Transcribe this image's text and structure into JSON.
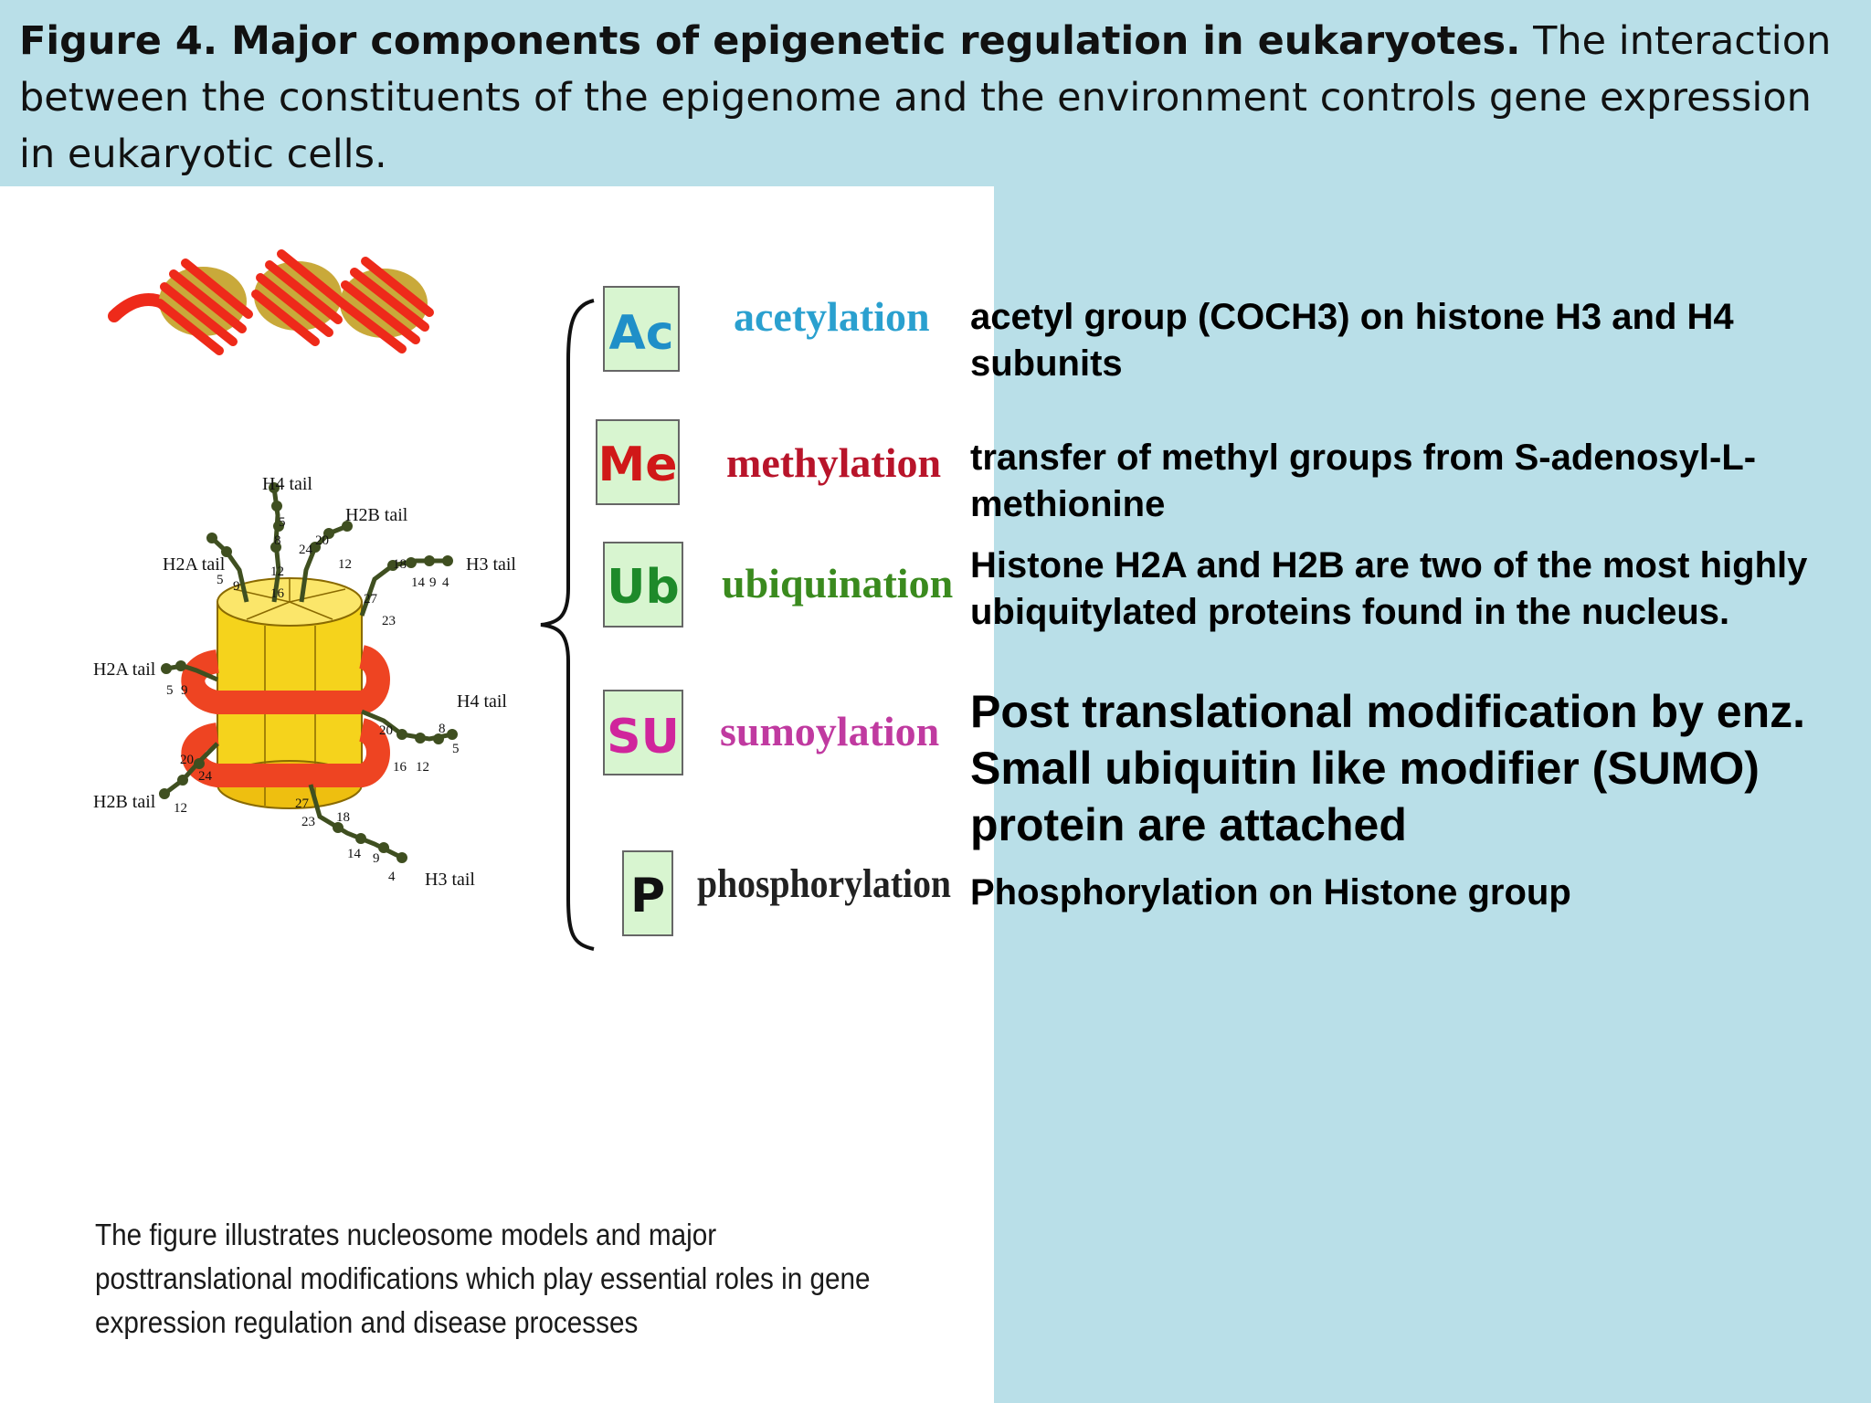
{
  "caption": {
    "bold": "Figure 4. Major components of epigenetic regulation in eukaryotes.",
    "rest": " The interaction between the constituents of the epigenome and the environment controls gene expression in eukaryotic cells."
  },
  "figure": {
    "tails": {
      "h4_top": "H4 tail",
      "h2b_top": "H2B tail",
      "h2a_top": "H2A tail",
      "h3_top": "H3 tail",
      "h2a_left": "H2A tail",
      "h4_right": "H4 tail",
      "h2b_bottom": "H2B tail",
      "h3_bottom": "H3 tail"
    },
    "numbers": {
      "n1": "5",
      "n2": "8",
      "n3": "24",
      "n4": "20",
      "n5": "12",
      "n6": "5",
      "n7": "9",
      "n8": "12",
      "n9": "16",
      "n10": "18",
      "n11": "14",
      "n12": "9",
      "n13": "4",
      "n14": "27",
      "n15": "23",
      "n16": "5",
      "n17": "9",
      "n18": "20",
      "n19": "8",
      "n20": "5",
      "n21": "16",
      "n22": "12",
      "n23": "20",
      "n24": "24",
      "n25": "12",
      "n26": "27",
      "n27": "23",
      "n28": "18",
      "n29": "14",
      "n30": "9",
      "n31": "4"
    },
    "modifications": [
      {
        "abbr": "Ac",
        "name": "acetylation",
        "abbr_color": "#1f8fc8",
        "name_color": "#2aa0cf"
      },
      {
        "abbr": "Me",
        "name": "methylation",
        "abbr_color": "#d01818",
        "name_color": "#b8142a"
      },
      {
        "abbr": "Ub",
        "name": "ubiquination",
        "abbr_color": "#1e8a2a",
        "name_color": "#3a8a1e"
      },
      {
        "abbr": "SU",
        "name": "sumoylation",
        "abbr_color": "#d0259c",
        "name_color": "#c03aa0"
      },
      {
        "abbr": "P",
        "name": "phosphorylation",
        "abbr_color": "#111111",
        "name_color": "#222222"
      }
    ],
    "note": "The figure illustrates nucleosome models and major posttranslational modifications which play essential roles in gene expression regulation and disease processes"
  },
  "descriptions": {
    "acetylation": "acetyl group (COCH3) on  histone H3 and H4 subunits",
    "methylation": "transfer of methyl groups from S-adenosyl-L-methionine",
    "ubiquination": "Histone H2A and H2B are two of the most highly ubiquitylated proteins found in the nucleus.",
    "sumoylation": "Post translational modification by enz. Small ubiquitin like modifier (SUMO) protein are attached",
    "phosphorylation": "Phosphorylation on Histone group"
  },
  "colors": {
    "background": "#b9dfe8",
    "panel": "#ffffff",
    "box_fill": "#d8f5d0",
    "cylinder": "#f5d31c",
    "dna_band": "#ee4422",
    "tail": "#4a5a2a"
  }
}
